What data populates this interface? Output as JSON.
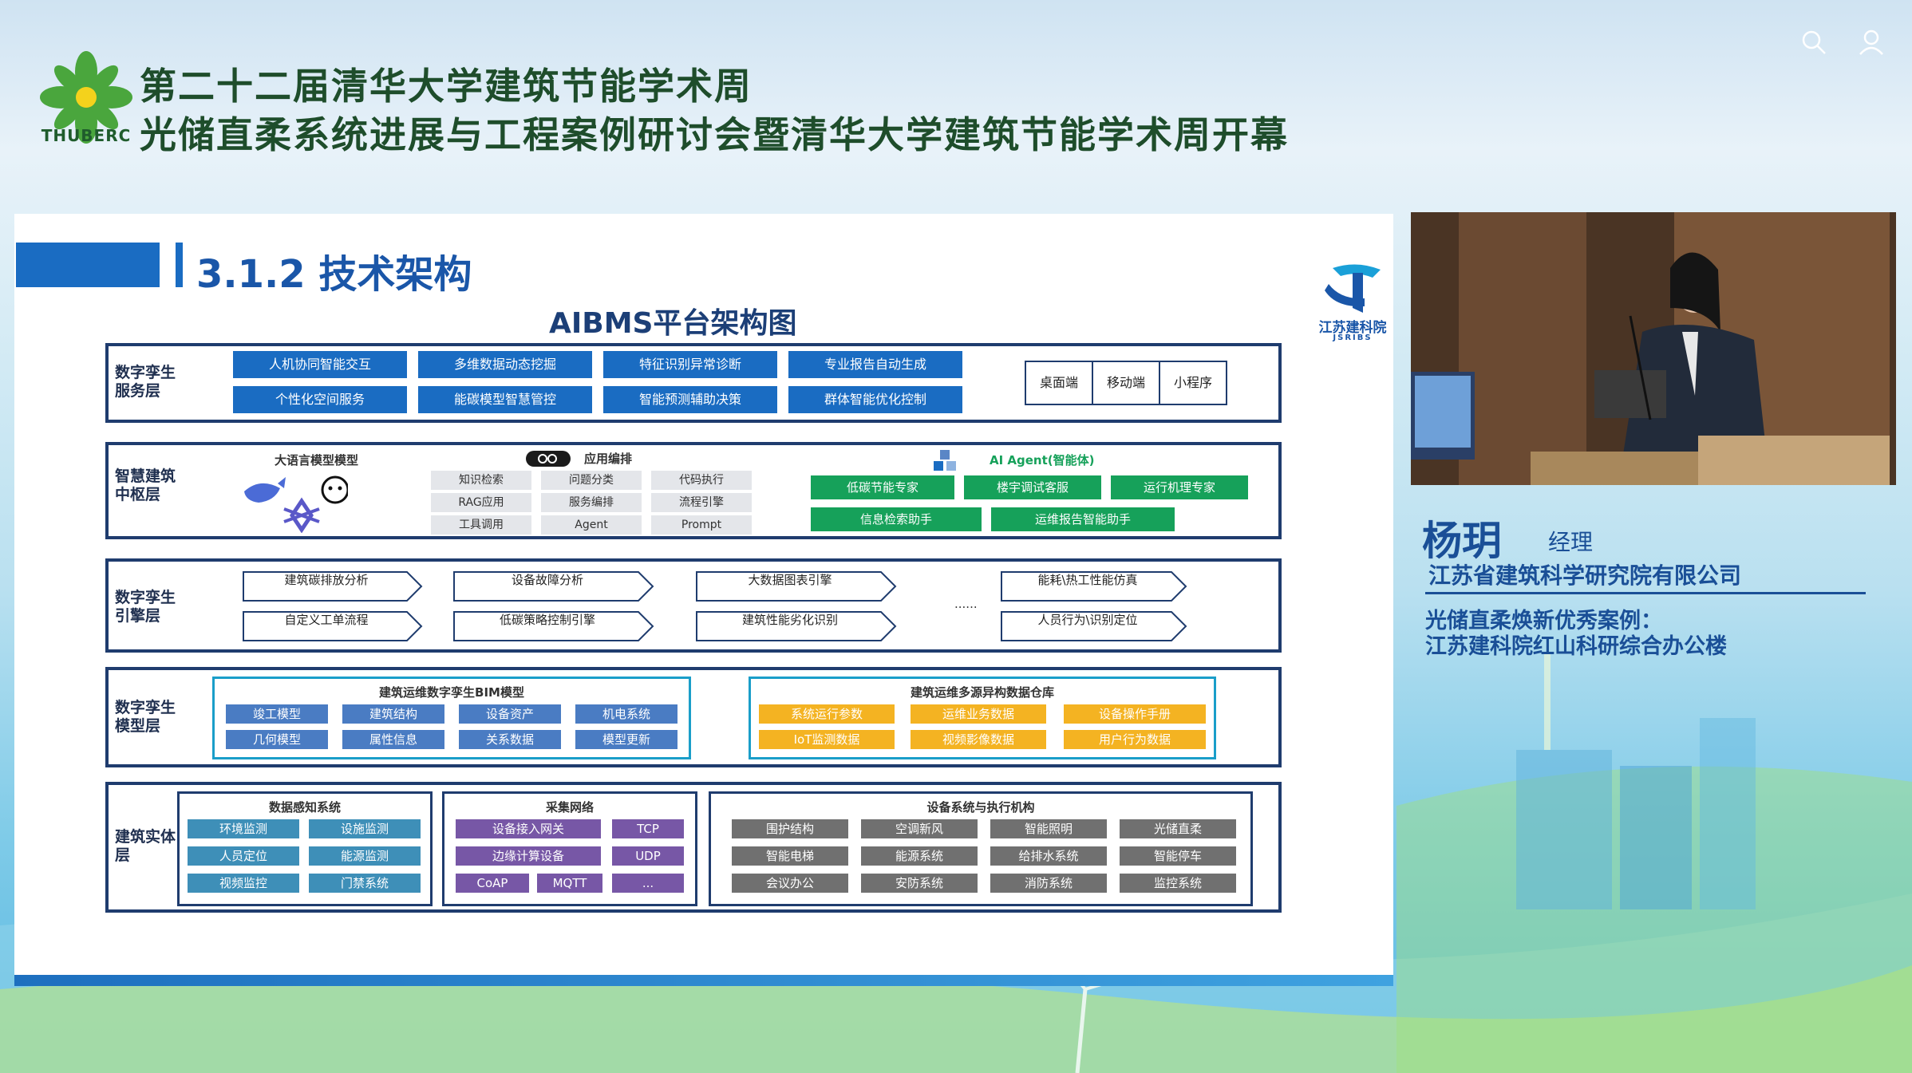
{
  "header": {
    "logo_text": "THUBERC",
    "title_line1": "第二十二届清华大学建筑节能学术周",
    "title_line2": "光储直柔系统进展与工程案例研讨会暨清华大学建筑节能学术周开幕"
  },
  "icons": {
    "search": "search-icon",
    "user": "user-icon"
  },
  "slide": {
    "section_title": "3.1.2 技术架构",
    "institute_name": "江苏建科院",
    "institute_abbr": "JSRIBS",
    "arch_title": "AIBMS平台架构图",
    "layers": {
      "service": {
        "name": "数字孪生服务层",
        "items": [
          "人机协同智能交互",
          "多维数据动态挖掘",
          "特征识别异常诊断",
          "专业报告自动生成",
          "个性化空间服务",
          "能碳模型智慧管控",
          "智能预测辅助决策",
          "群体智能优化控制"
        ],
        "terminals": [
          "桌面端",
          "移动端",
          "小程序"
        ]
      },
      "hub": {
        "name": "智慧建筑中枢层",
        "llm_label": "大语言模型模型",
        "app_label": "应用编排",
        "app_items": [
          "知识检索",
          "问题分类",
          "代码执行",
          "RAG应用",
          "服务编排",
          "流程引擎",
          "工具调用",
          "Agent",
          "Prompt"
        ],
        "agent_label": "AI Agent(智能体)",
        "agent_items": [
          "低碳节能专家",
          "楼宇调试客服",
          "运行机理专家",
          "信息检索助手",
          "运维报告智能助手"
        ]
      },
      "engine": {
        "name": "数字孪生引擎层",
        "items": [
          "建筑碳排放分析",
          "设备故障分析",
          "大数据图表引擎",
          "能耗\\热工性能仿真",
          "自定义工单流程",
          "低碳策略控制引擎",
          "建筑性能劣化识别",
          "人员行为\\识别定位"
        ],
        "ellipsis": "......"
      },
      "model": {
        "name": "数字孪生模型层",
        "bim_title": "建筑运维数字孪生BIM模型",
        "bim_items": [
          "竣工模型",
          "建筑结构",
          "设备资产",
          "机电系统",
          "几何模型",
          "属性信息",
          "关系数据",
          "模型更新"
        ],
        "db_title": "建筑运维多源异构数据仓库",
        "db_items": [
          "系统运行参数",
          "运维业务数据",
          "设备操作手册",
          "IoT监测数据",
          "视频影像数据",
          "用户行为数据"
        ]
      },
      "entity": {
        "name": "建筑实体层",
        "sense_title": "数据感知系统",
        "sense_items": [
          "环境监测",
          "设施监测",
          "人员定位",
          "能源监测",
          "视频监控",
          "门禁系统"
        ],
        "net_title": "采集网络",
        "net_items": [
          "设备接入网关",
          "TCP",
          "边缘计算设备",
          "UDP",
          "CoAP",
          "MQTT",
          "..."
        ],
        "dev_title": "设备系统与执行机构",
        "dev_items": [
          "围护结构",
          "空调新风",
          "智能照明",
          "光储直柔",
          "智能电梯",
          "能源系统",
          "给排水系统",
          "智能停车",
          "会议办公",
          "安防系统",
          "消防系统",
          "监控系统"
        ]
      }
    }
  },
  "speaker": {
    "name": "杨玥",
    "role": "经理",
    "org": "江苏省建筑科学研究院有限公司",
    "topic_line1": "光储直柔焕新优秀案例：",
    "topic_line2": "江苏建科院红山科研综合办公楼"
  },
  "colors": {
    "brand_blue": "#1a6cc2",
    "agent_green": "#16a15a",
    "orange": "#f4b322"
  }
}
